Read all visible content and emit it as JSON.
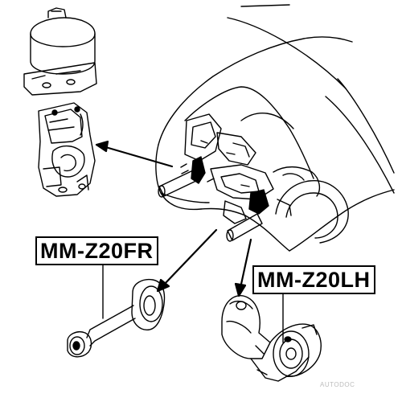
{
  "labels": {
    "front_right": "MM-Z20FR",
    "left_hand": "MM-Z20LH"
  },
  "watermark": "AUTODOC",
  "colors": {
    "ink": "#000000",
    "background": "#ffffff",
    "watermark": "#bcbcbc"
  }
}
